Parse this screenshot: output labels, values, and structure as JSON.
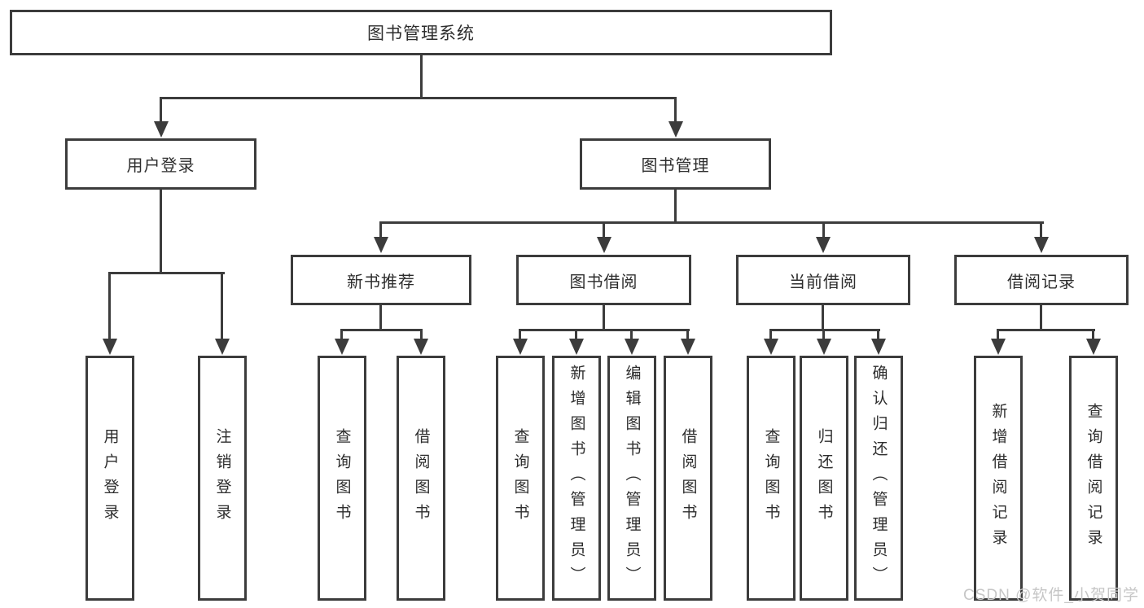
{
  "diagram": {
    "root": "图书管理系统",
    "branches": [
      {
        "label": "用户登录",
        "children": [
          "用户登录",
          "注销登录"
        ]
      },
      {
        "label": "图书管理",
        "modules": [
          {
            "label": "新书推荐",
            "children": [
              "查询图书",
              "借阅图书"
            ]
          },
          {
            "label": "图书借阅",
            "children": [
              "查询图书",
              "新增图书（管理员）",
              "编辑图书（管理员）",
              "借阅图书"
            ]
          },
          {
            "label": "当前借阅",
            "children": [
              "查询图书",
              "归还图书",
              "确认归还（管理员）"
            ]
          },
          {
            "label": "借阅记录",
            "children": [
              "新增借阅记录",
              "查询借阅记录"
            ]
          }
        ]
      }
    ]
  },
  "watermark": "CSDN @软件_小贺同学",
  "colors": {
    "line": "#3c3c3c",
    "text": "#2d2d2d",
    "watermark": "#c6c6c6",
    "background": "#ffffff"
  }
}
